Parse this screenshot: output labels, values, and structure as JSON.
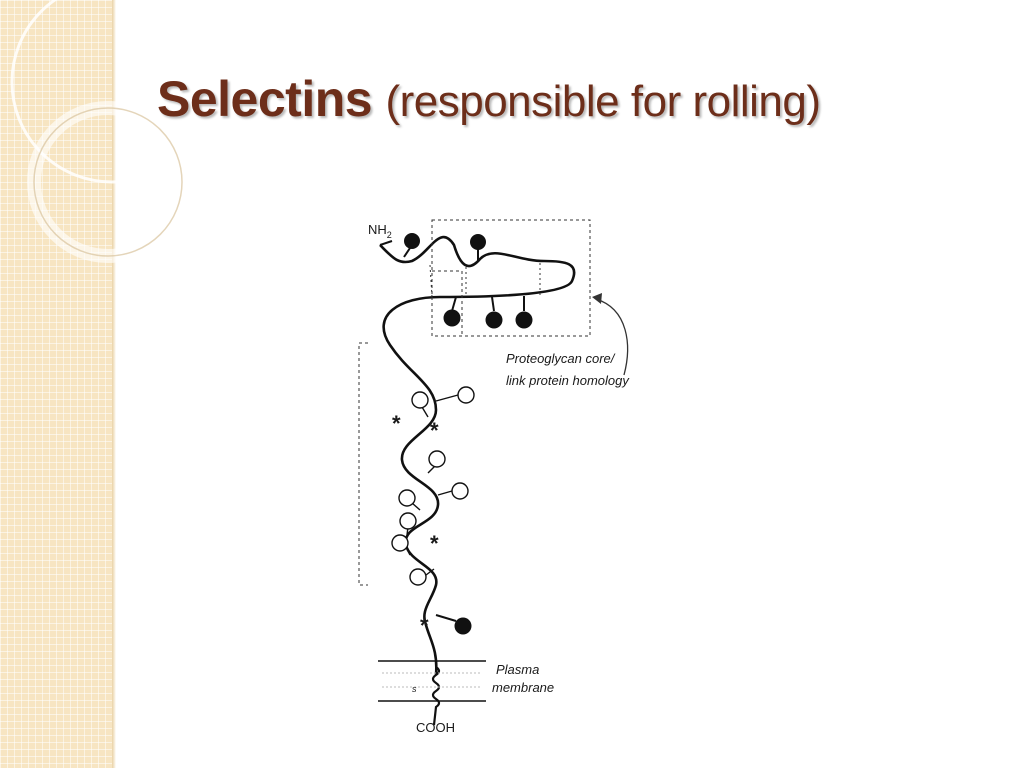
{
  "slide": {
    "title_main": "Selectins",
    "title_sub": "(responsible for rolling)",
    "colors": {
      "title": "#6d2e1a",
      "panel": "#f7e5c2"
    }
  },
  "diagram": {
    "labels": {
      "nh2_n": "NH",
      "nh2_sub": "2",
      "core_line1": "Proteoglycan  core/",
      "core_line2": "link  protein  homology",
      "membrane_line1": "Plasma",
      "membrane_line2": "membrane",
      "cooh": "COOH",
      "s_mark": "s"
    },
    "star_glyph": "*"
  }
}
